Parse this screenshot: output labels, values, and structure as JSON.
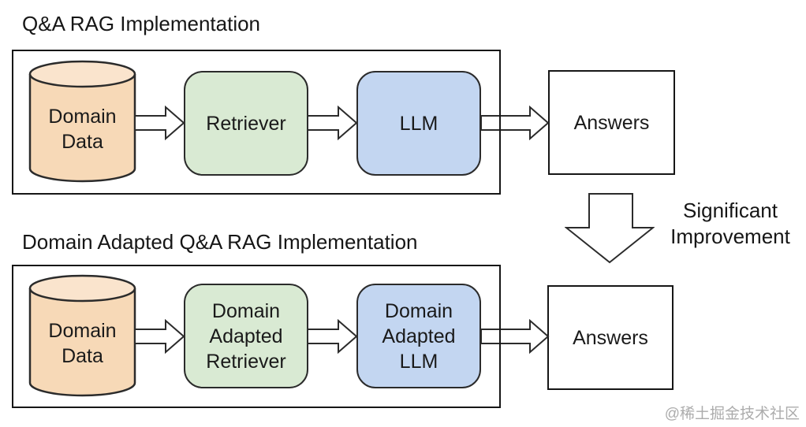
{
  "top_pipeline": {
    "title": "Q&A RAG Implementation",
    "nodes": {
      "source": "Domain Data",
      "retriever": "Retriever",
      "llm": "LLM",
      "output": "Answers"
    }
  },
  "bottom_pipeline": {
    "title": "Domain Adapted Q&A RAG Implementation",
    "nodes": {
      "source": "Domain Data",
      "retriever": "Domain Adapted Retriever",
      "llm": "Domain Adapted LLM",
      "output": "Answers"
    }
  },
  "annotation": {
    "label": "Significant Improvement"
  },
  "watermark": "@稀土掘金技术社区",
  "colors": {
    "cylinder_fill": "#F7D9B7",
    "cylinder_top_fill": "#FAE4CD",
    "retriever_fill": "#D9EAD3",
    "llm_fill": "#C3D6F1",
    "outline": "#1F1F1F",
    "watermark_gray": "#ACACAC"
  }
}
